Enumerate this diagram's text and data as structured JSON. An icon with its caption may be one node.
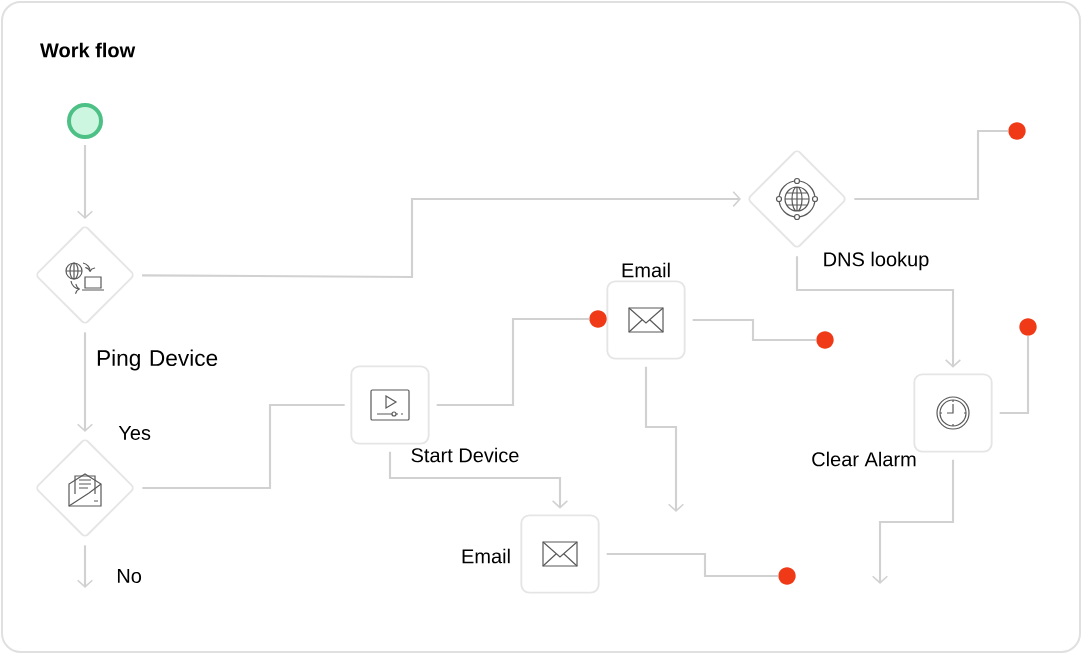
{
  "diagram": {
    "title": "Work flow",
    "nodes": [
      {
        "text": [],
        "shape": "circle"
      },
      {
        "text": [
          "Ping Device"
        ]
      },
      {
        "text": [],
        "shape": "diamond"
      },
      {
        "text": [
          "Start Device"
        ]
      },
      {
        "text": [
          "Email"
        ]
      },
      {
        "text": [
          "DNS lookup"
        ]
      },
      {
        "text": [
          "Clear Alarm"
        ]
      },
      {
        "text": [
          "Email"
        ]
      },
      {
        "text": [],
        "shape": "circle"
      },
      {
        "text": [],
        "shape": "circle"
      },
      {
        "text": [],
        "shape": "circle"
      },
      {
        "text": [],
        "shape": "circle"
      },
      {
        "text": [],
        "shape": "circle"
      }
    ],
    "edges": [
      {
        "from": 0,
        "to": 1,
        "arrow": "to"
      },
      {
        "from": 1,
        "to": 5,
        "arrow": "to"
      },
      {
        "from": 1,
        "to": 2,
        "arrow": "to",
        "label": "Yes"
      },
      {
        "from": 2,
        "to": null,
        "arrow": "to",
        "label": "No"
      },
      {
        "from": 2,
        "to": 3,
        "arrow": "none"
      },
      {
        "from": 3,
        "to": 8,
        "arrow": "none"
      },
      {
        "from": 3,
        "to": 7,
        "arrow": "to"
      },
      {
        "from": 4,
        "to": 10,
        "arrow": "none"
      },
      {
        "from": 4,
        "to": null,
        "arrow": "to"
      },
      {
        "from": 5,
        "to": 11,
        "arrow": "none"
      },
      {
        "from": 5,
        "to": 6,
        "arrow": "to"
      },
      {
        "from": 6,
        "to": 12,
        "arrow": "none"
      },
      {
        "from": 6,
        "to": null,
        "arrow": "to"
      },
      {
        "from": 7,
        "to": 9,
        "arrow": "none"
      }
    ]
  }
}
